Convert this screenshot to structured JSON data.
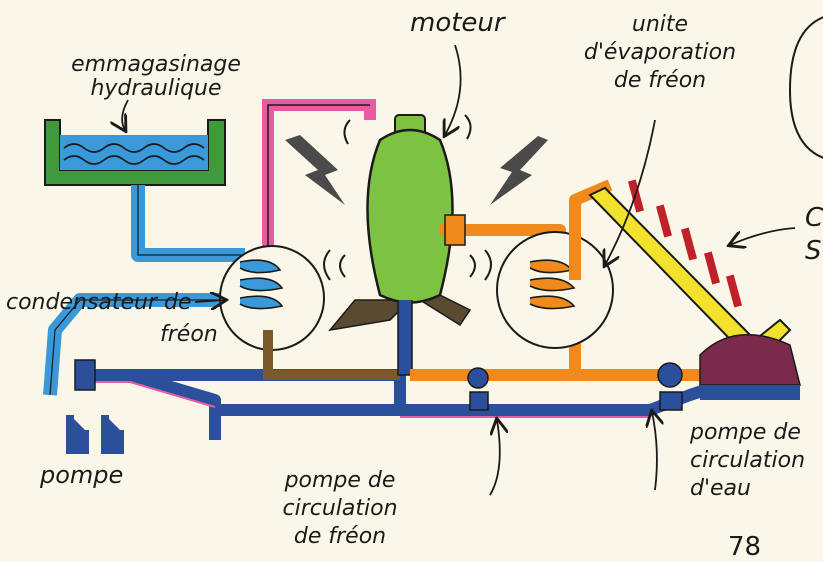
{
  "labels": {
    "storage": [
      "emmagasinage",
      "hydraulique"
    ],
    "motor": "moteur",
    "evaporator": [
      "unite",
      "d'évaporation",
      "de fréon"
    ],
    "condenser_line1": "condensateur de",
    "condenser_line2": "fréon",
    "pump": "pompe",
    "freon_pump": [
      "pompe de",
      "circulation",
      "de fréon"
    ],
    "water_pump": [
      "pompe de",
      "circulation",
      "d'eau"
    ],
    "right_edge": [
      "C",
      "S"
    ],
    "page_number": "78"
  },
  "colors": {
    "background": "#fbf7e8",
    "water_blue": "#3a9ad9",
    "water_dark": "#2c4f9c",
    "tank_green": "#3e9a3a",
    "motor_green": "#7ec242",
    "freon_orange": "#f08a1c",
    "freon_brown": "#7a5a2a",
    "pink_pipe": "#e85aa4",
    "yellow_collector": "#f2e22e",
    "sun_red": "#c0202a",
    "spark_gray": "#4a4a4a",
    "ink": "#1a1a1a"
  },
  "icons": [
    "lightning-bolt-icon",
    "arrow-icon",
    "waves-icon"
  ]
}
